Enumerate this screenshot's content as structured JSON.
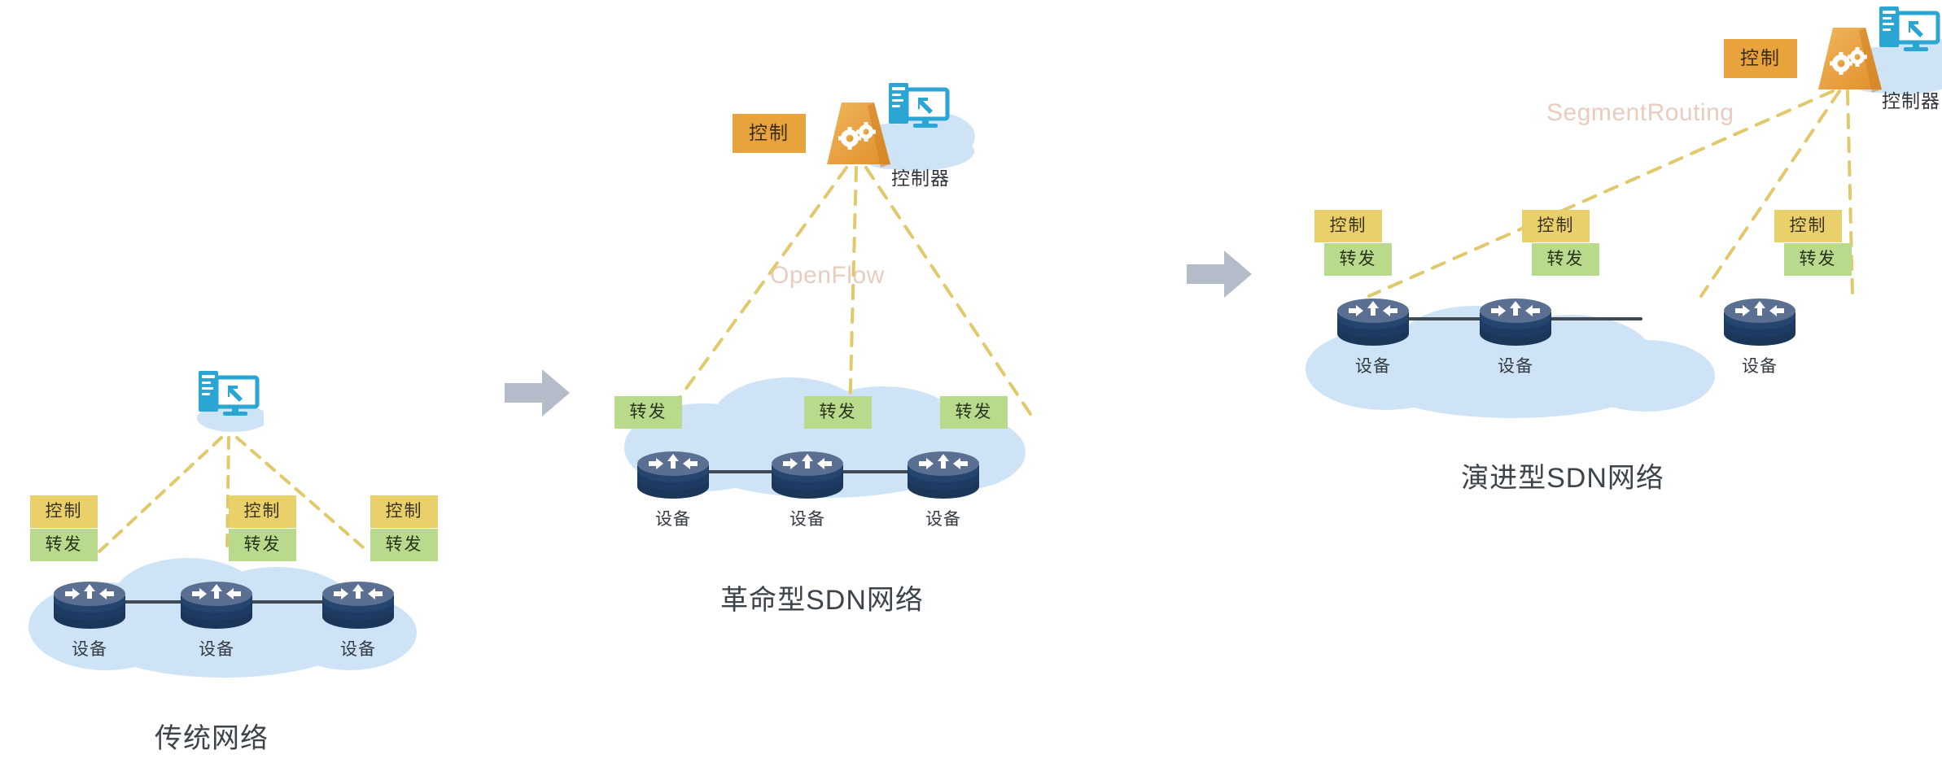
{
  "diagram": {
    "title_visible": false,
    "colors": {
      "control_chip_bg": "#ead06a",
      "control_solid_bg": "#e8a33d",
      "forward_chip_bg": "#b9d98c",
      "cloud": "#cfe3f7",
      "router_body": "#24456e",
      "router_top": "#5b6f93",
      "link": "#3f4a55",
      "dashed_link": "#e0c96a",
      "protocol_text": "#e6c3b4",
      "step_arrow": "#b4bcca",
      "icon_blue": "#2ba6d4",
      "caption_text": "#3c4349"
    }
  },
  "panels": [
    {
      "id": "traditional",
      "caption": "传统网络",
      "protocol": null,
      "has_controller_node": false,
      "has_monitor": true,
      "monitor_label": null,
      "devices": [
        {
          "label": "设备",
          "chips": [
            "控制",
            "转发"
          ]
        },
        {
          "label": "设备",
          "chips": [
            "控制",
            "转发"
          ]
        },
        {
          "label": "设备",
          "chips": [
            "控制",
            "转发"
          ]
        }
      ]
    },
    {
      "id": "revolutionary-sdn",
      "caption": "革命型SDN网络",
      "protocol": "OpenFlow",
      "has_controller_node": true,
      "has_monitor": true,
      "monitor_label": "控制器",
      "controller_chip": "控制",
      "devices": [
        {
          "label": "设备",
          "chips": [
            "转发"
          ]
        },
        {
          "label": "设备",
          "chips": [
            "转发"
          ]
        },
        {
          "label": "设备",
          "chips": [
            "转发"
          ]
        }
      ]
    },
    {
      "id": "evolutionary-sdn",
      "caption": "演进型SDN网络",
      "protocol": "SegmentRouting",
      "has_controller_node": true,
      "has_monitor": true,
      "monitor_label": "控制器",
      "controller_chip": "控制",
      "devices": [
        {
          "label": "设备",
          "chips": [
            "控制",
            "转发"
          ]
        },
        {
          "label": "设备",
          "chips": [
            "控制",
            "转发"
          ]
        },
        {
          "label": "设备",
          "chips": [
            "控制",
            "转发"
          ]
        }
      ]
    }
  ],
  "step_arrows": [
    {
      "from": "traditional",
      "to": "revolutionary-sdn",
      "glyph": "right-arrow"
    },
    {
      "from": "revolutionary-sdn",
      "to": "evolutionary-sdn",
      "glyph": "right-arrow"
    }
  ],
  "icons": {
    "router": "router-icon",
    "monitor": "monitor-server-icon",
    "controller": "controller-gear-icon",
    "step": "right-arrow-icon"
  }
}
